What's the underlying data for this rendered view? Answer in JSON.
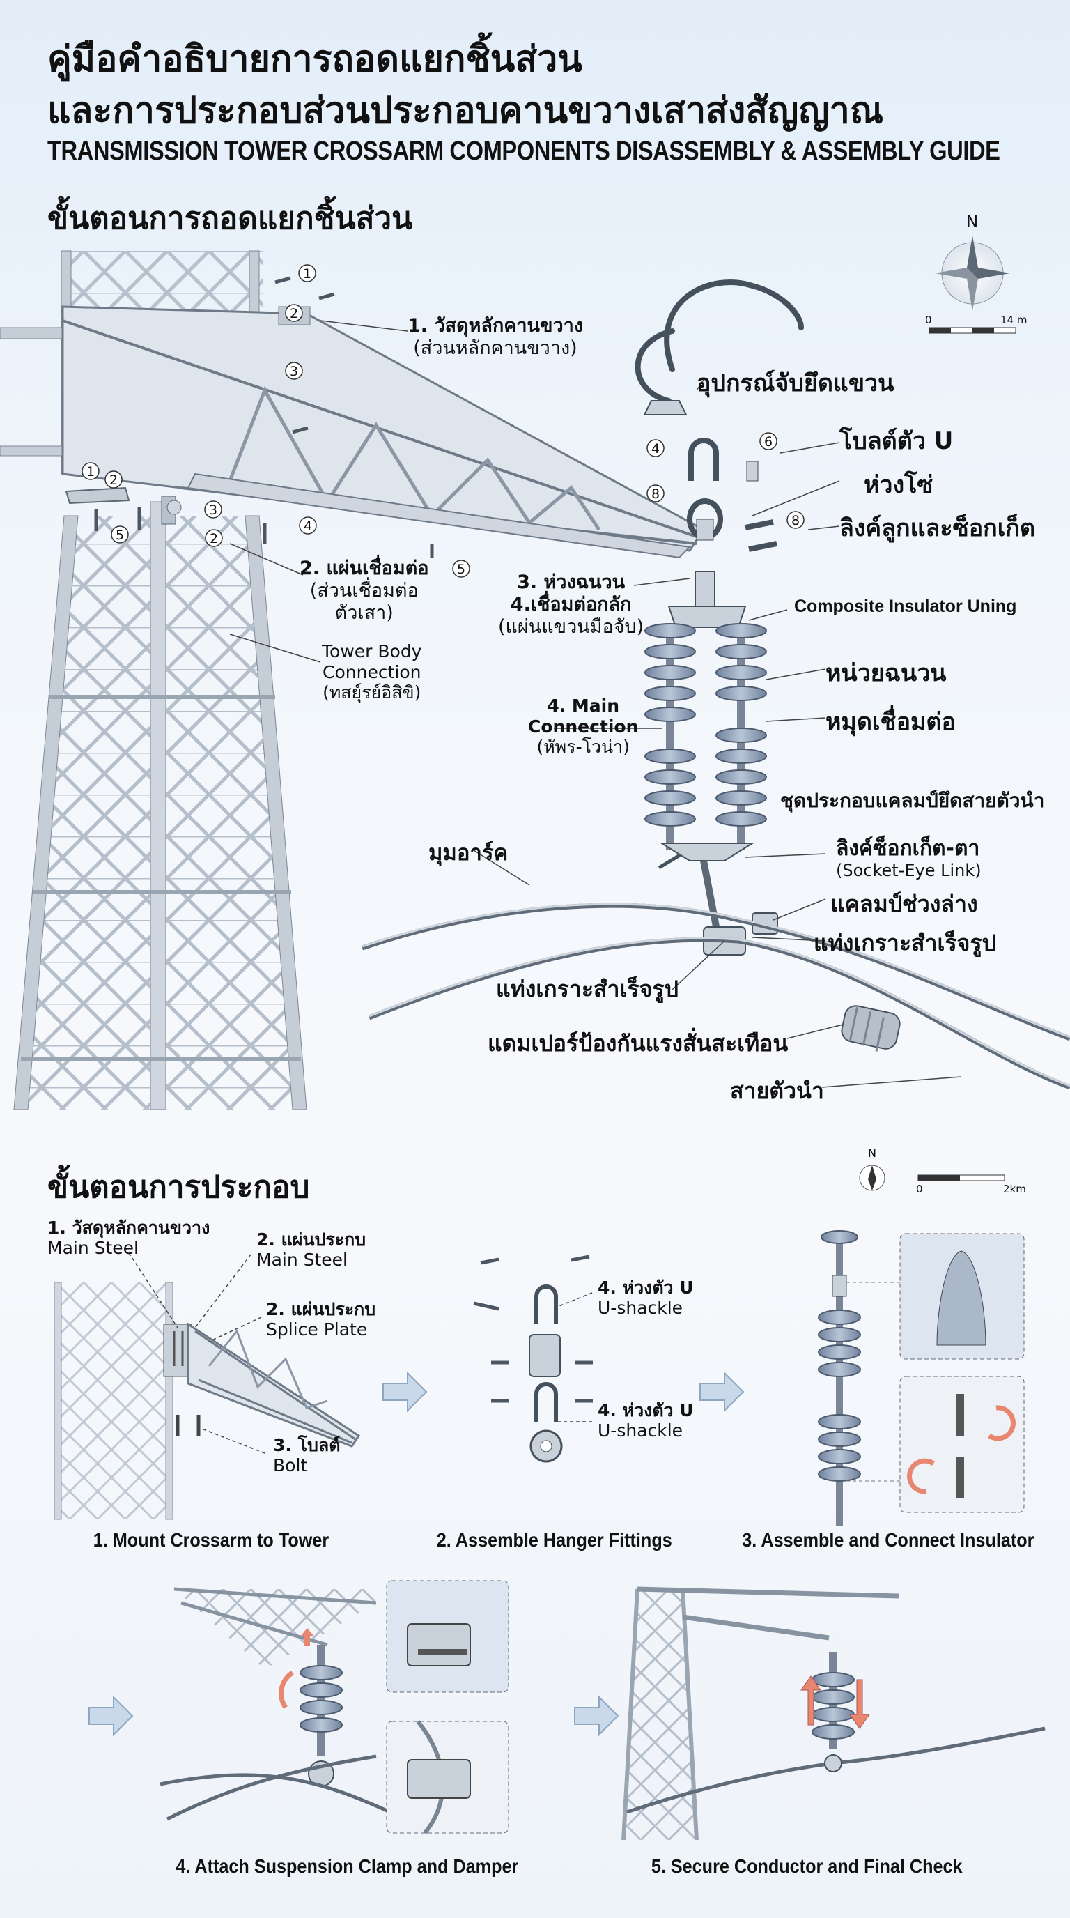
{
  "title": {
    "line1": "คู่มือคำอธิบายการถอดแยกชิ้นส่วน",
    "line2": "และการประกอบส่วนประกอบคานขวางเสาส่งสัญญาณ",
    "en": "TRANSMISSION TOWER CROSSARM COMPONENTS DISASSEMBLY & ASSEMBLY GUIDE"
  },
  "disassembly": {
    "heading": "ขั้นตอนการถอดแยกชิ้นส่วน",
    "compass_n": "N",
    "scale": {
      "start": "0",
      "end": "14 m"
    },
    "callouts": [
      "1",
      "2",
      "3",
      "1",
      "2",
      "3",
      "2",
      "4",
      "5",
      "4",
      "5",
      "6",
      "8",
      "8"
    ],
    "labels": {
      "main_crossarm": "1. วัสดุหลักคานขวาง",
      "main_crossarm_sub": "(ส่วนหลักคานขวาง)",
      "connect_plate": "2. แผ่นเชื่อมต่อ",
      "connect_plate_sub1": "(ส่วนเชื่อมต่อ",
      "connect_plate_sub2": "ตัวเสา)",
      "tower_body_1": "Tower Body",
      "tower_body_2": "Connection",
      "tower_body_3": "(ทสยุ์รย์อิสิขิ)",
      "hanger_device": "อุปกรณ์จับยึดแขวน",
      "u_bolt": "โบลต์ตัว U",
      "chain_link": "ห่วงโซ่",
      "ball_socket": "ลิงค์ลูกและซ็อกเก็ต",
      "ring_3": "3. ห่วงฉนวน",
      "connect_4": "4.เชื่อมต่อกลัก",
      "connect_4_sub": "(แผ่นแขวนมือจับ)",
      "composite_ins": "Composite Insulator Uning",
      "ins_unit": "หน่วยฉนวน",
      "conn_point": "หมุดเชื่อมต่อ",
      "main_conn_1": "4. Main",
      "main_conn_2": "Connection",
      "main_conn_3": "(หัพร-โวน่า)",
      "clamp_set": "ชุดประกอบแคลมป์ยึดสายตัวนำ",
      "arc_horn": "มุมอาร์ค",
      "socket_eye": "ลิงค์ซ็อกเก็ต-ตา",
      "socket_eye_en": "(Socket-Eye Link)",
      "lower_clamp": "แคลมป์ช่วงล่าง",
      "preformed_r": "แท่งเกราะสำเร็จรูป",
      "preformed_l": "แท่งเกราะสำเร็จรูป",
      "damper": "แดมเปอร์ป้องกันแรงสั่นสะเทือน",
      "conductor": "สายตัวนำ"
    }
  },
  "assembly": {
    "heading": "ขั้นตอนการประกอบ",
    "compass_n": "N",
    "scale": {
      "start": "0",
      "end": "2km"
    },
    "step1": {
      "main_steel_th": "1. วัสดุหลักคานขวาง",
      "main_steel_en": "Main Steel",
      "plate_th": "2. แผ่นประกบ",
      "plate_en": "Main Steel",
      "splice_th": "2. แผ่นประกบ",
      "splice_en": "Splice Plate",
      "bolt_th": "3. โบลต์",
      "bolt_en": "Bolt",
      "caption": "1. Mount Crossarm to Tower"
    },
    "step2": {
      "ushackle1_th": "4. ห่วงตัว U",
      "ushackle1_en": "U-shackle",
      "ushackle2_th": "4. ห่วงตัว U",
      "ushackle2_en": "U-shackle",
      "caption": "2. Assemble Hanger Fittings"
    },
    "step3": {
      "caption": "3. Assemble and Connect Insulator"
    },
    "step4": {
      "caption": "4. Attach Suspension Clamp and Damper"
    },
    "step5": {
      "caption": "5. Secure Conductor and Final Check"
    }
  },
  "colors": {
    "steel": "#b8c3cf",
    "insulator": "#8e9fb8",
    "arrow": "#e8866f",
    "flow_arrow": "#c9d9ea"
  }
}
